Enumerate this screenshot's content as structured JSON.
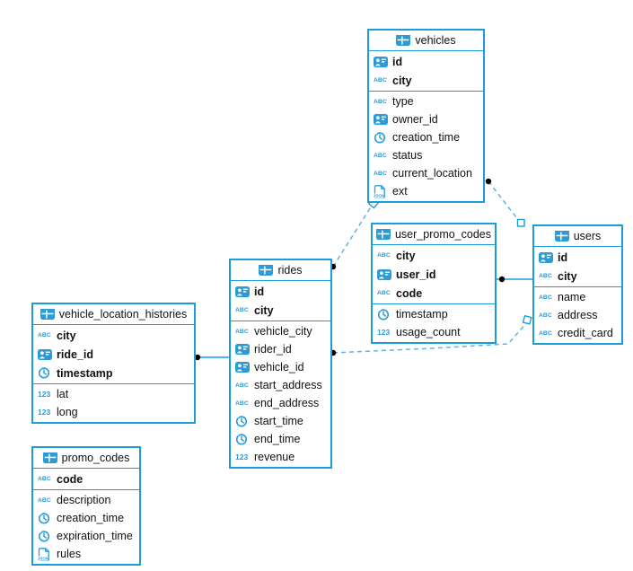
{
  "icons": {
    "string_type": "ABC",
    "number_type": "123",
    "json_label": "JSON"
  },
  "colors": {
    "accent": "#1c9dd9",
    "dashed_line": "#5fb4e2",
    "marker_dot": "#000000",
    "text": "#111111",
    "background": "#ffffff"
  },
  "tables": {
    "vehicles": {
      "title": "vehicles",
      "pk": [
        {
          "name": "id",
          "type": "id"
        },
        {
          "name": "city",
          "type": "string"
        }
      ],
      "cols": [
        {
          "name": "type",
          "type": "string"
        },
        {
          "name": "owner_id",
          "type": "id"
        },
        {
          "name": "creation_time",
          "type": "timestamp"
        },
        {
          "name": "status",
          "type": "string"
        },
        {
          "name": "current_location",
          "type": "string"
        },
        {
          "name": "ext",
          "type": "json"
        }
      ]
    },
    "user_promo_codes": {
      "title": "user_promo_codes",
      "pk": [
        {
          "name": "city",
          "type": "string"
        },
        {
          "name": "user_id",
          "type": "id"
        },
        {
          "name": "code",
          "type": "string"
        }
      ],
      "cols": [
        {
          "name": "timestamp",
          "type": "timestamp"
        },
        {
          "name": "usage_count",
          "type": "number"
        }
      ]
    },
    "users": {
      "title": "users",
      "pk": [
        {
          "name": "id",
          "type": "id"
        },
        {
          "name": "city",
          "type": "string"
        }
      ],
      "cols": [
        {
          "name": "name",
          "type": "string"
        },
        {
          "name": "address",
          "type": "string"
        },
        {
          "name": "credit_card",
          "type": "string"
        }
      ]
    },
    "rides": {
      "title": "rides",
      "pk": [
        {
          "name": "id",
          "type": "id"
        },
        {
          "name": "city",
          "type": "string"
        }
      ],
      "cols": [
        {
          "name": "vehicle_city",
          "type": "string"
        },
        {
          "name": "rider_id",
          "type": "id"
        },
        {
          "name": "vehicle_id",
          "type": "id"
        },
        {
          "name": "start_address",
          "type": "string"
        },
        {
          "name": "end_address",
          "type": "string"
        },
        {
          "name": "start_time",
          "type": "timestamp"
        },
        {
          "name": "end_time",
          "type": "timestamp"
        },
        {
          "name": "revenue",
          "type": "number"
        }
      ]
    },
    "vehicle_location_histories": {
      "title": "vehicle_location_histories",
      "pk": [
        {
          "name": "city",
          "type": "string"
        },
        {
          "name": "ride_id",
          "type": "id"
        },
        {
          "name": "timestamp",
          "type": "timestamp"
        }
      ],
      "cols": [
        {
          "name": "lat",
          "type": "number"
        },
        {
          "name": "long",
          "type": "number"
        }
      ]
    },
    "promo_codes": {
      "title": "promo_codes",
      "pk": [
        {
          "name": "code",
          "type": "string"
        }
      ],
      "cols": [
        {
          "name": "description",
          "type": "string"
        },
        {
          "name": "creation_time",
          "type": "timestamp"
        },
        {
          "name": "expiration_time",
          "type": "timestamp"
        },
        {
          "name": "rules",
          "type": "json"
        }
      ]
    }
  },
  "relationships": [
    {
      "from": "rides",
      "to": "vehicles",
      "style": "dashed"
    },
    {
      "from": "vehicles",
      "to": "users",
      "style": "dashed"
    },
    {
      "from": "rides",
      "to": "users",
      "style": "dashed"
    },
    {
      "from": "user_promo_codes",
      "to": "users",
      "style": "solid"
    },
    {
      "from": "vehicle_location_histories",
      "to": "rides",
      "style": "solid"
    }
  ]
}
